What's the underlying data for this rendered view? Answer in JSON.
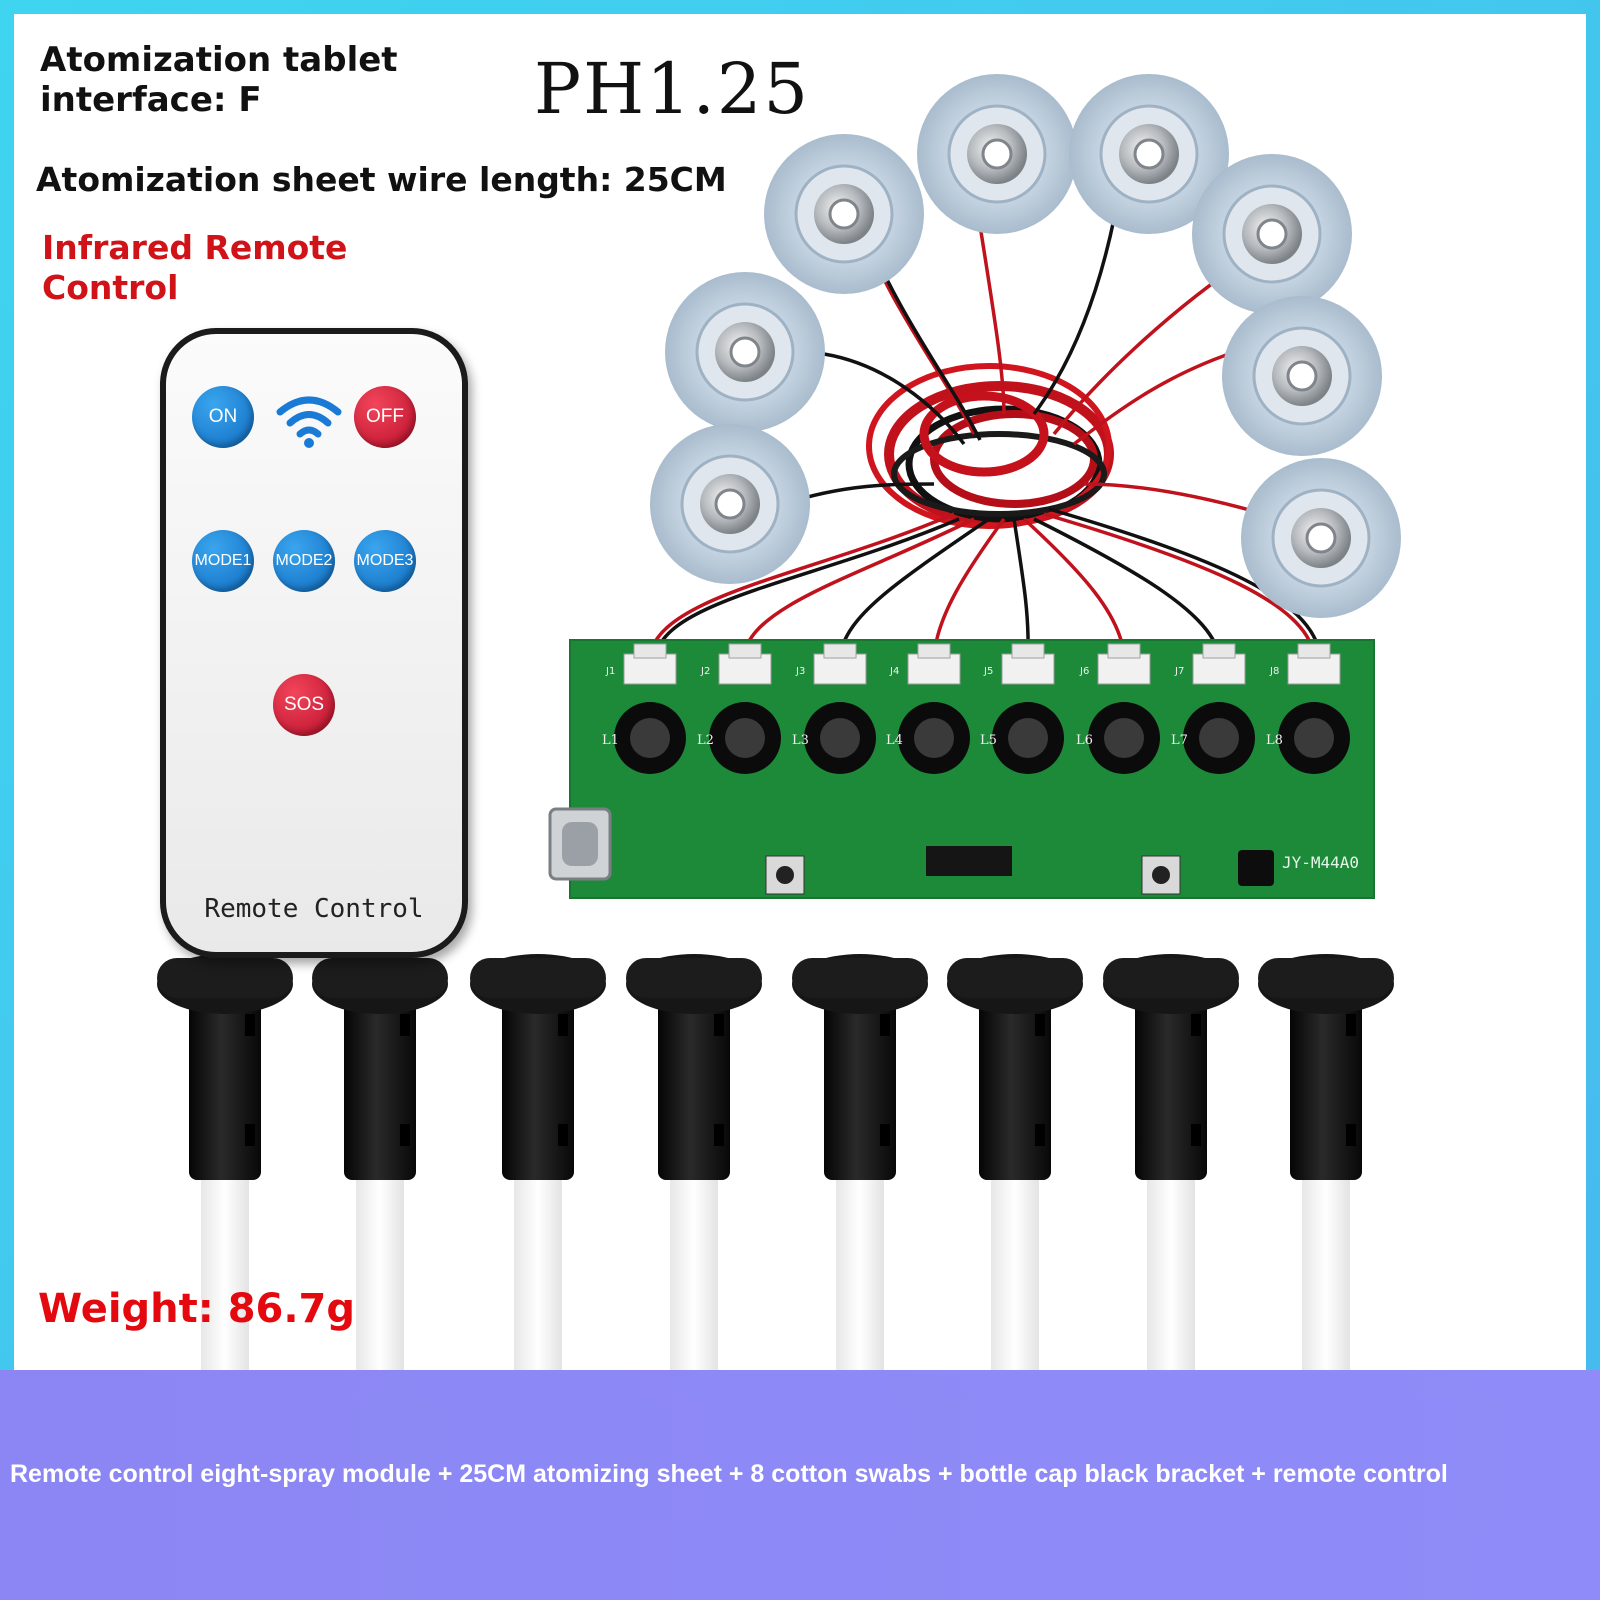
{
  "texts": {
    "interface_line1": "Atomization tablet",
    "interface_line2": "interface: F",
    "ph_label": "PH1.25",
    "wire_length": "Atomization sheet wire length: 25CM",
    "ir_line1": "Infrared Remote",
    "ir_line2": "Control",
    "weight": "Weight: 86.7g",
    "banner": "Remote control eight-spray module + 25CM atomizing sheet + 8 cotton swabs + bottle cap black bracket + remote control"
  },
  "remote": {
    "on": "ON",
    "off": "OFF",
    "mode1": "MODE1",
    "mode2": "MODE2",
    "mode3": "MODE3",
    "sos": "SOS",
    "label": "Remote Control"
  },
  "pcb": {
    "model": "JY-M44A0",
    "connectors": [
      "J1",
      "J2",
      "J3",
      "J4",
      "J5",
      "J6",
      "J7",
      "J8"
    ],
    "inductors": [
      "L1",
      "L2",
      "L3",
      "L4",
      "L5",
      "L6",
      "L7",
      "L8"
    ]
  },
  "colors": {
    "frame": "#3fd4ef",
    "banner": "#8b86f3",
    "accent_red": "#e3090f",
    "pcb_green": "#1d8a3a"
  }
}
